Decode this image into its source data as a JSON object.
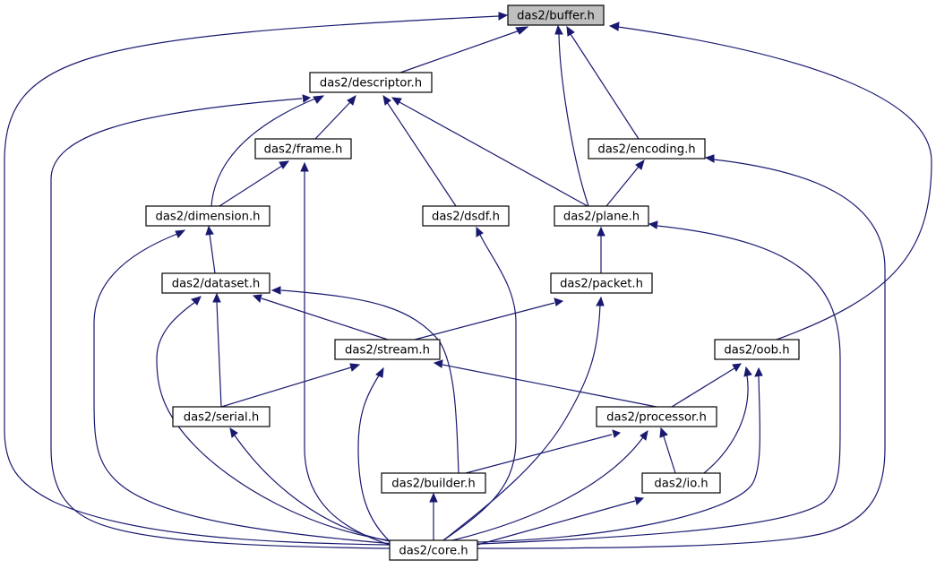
{
  "graph": {
    "focus": "buffer",
    "nodes": [
      {
        "id": "buffer",
        "label": "das2/buffer.h"
      },
      {
        "id": "descriptor",
        "label": "das2/descriptor.h"
      },
      {
        "id": "frame",
        "label": "das2/frame.h"
      },
      {
        "id": "encoding",
        "label": "das2/encoding.h"
      },
      {
        "id": "dimension",
        "label": "das2/dimension.h"
      },
      {
        "id": "dsdf",
        "label": "das2/dsdf.h"
      },
      {
        "id": "plane",
        "label": "das2/plane.h"
      },
      {
        "id": "dataset",
        "label": "das2/dataset.h"
      },
      {
        "id": "packet",
        "label": "das2/packet.h"
      },
      {
        "id": "stream",
        "label": "das2/stream.h"
      },
      {
        "id": "oob",
        "label": "das2/oob.h"
      },
      {
        "id": "serial",
        "label": "das2/serial.h"
      },
      {
        "id": "processor",
        "label": "das2/processor.h"
      },
      {
        "id": "builder",
        "label": "das2/builder.h"
      },
      {
        "id": "io",
        "label": "das2/io.h"
      },
      {
        "id": "core",
        "label": "das2/core.h"
      }
    ],
    "edges": [
      {
        "from": "descriptor",
        "to": "buffer"
      },
      {
        "from": "encoding",
        "to": "buffer"
      },
      {
        "from": "plane",
        "to": "buffer"
      },
      {
        "from": "oob",
        "to": "buffer"
      },
      {
        "from": "core",
        "to": "buffer"
      },
      {
        "from": "frame",
        "to": "descriptor"
      },
      {
        "from": "dimension",
        "to": "descriptor"
      },
      {
        "from": "dsdf",
        "to": "descriptor"
      },
      {
        "from": "plane",
        "to": "descriptor"
      },
      {
        "from": "core",
        "to": "descriptor"
      },
      {
        "from": "dimension",
        "to": "frame"
      },
      {
        "from": "core",
        "to": "frame"
      },
      {
        "from": "plane",
        "to": "encoding"
      },
      {
        "from": "core",
        "to": "encoding"
      },
      {
        "from": "dataset",
        "to": "dimension"
      },
      {
        "from": "core",
        "to": "dimension"
      },
      {
        "from": "core",
        "to": "dsdf"
      },
      {
        "from": "packet",
        "to": "plane"
      },
      {
        "from": "core",
        "to": "plane"
      },
      {
        "from": "stream",
        "to": "dataset"
      },
      {
        "from": "serial",
        "to": "dataset"
      },
      {
        "from": "builder",
        "to": "dataset"
      },
      {
        "from": "core",
        "to": "dataset"
      },
      {
        "from": "stream",
        "to": "packet"
      },
      {
        "from": "core",
        "to": "packet"
      },
      {
        "from": "serial",
        "to": "stream"
      },
      {
        "from": "processor",
        "to": "stream"
      },
      {
        "from": "core",
        "to": "stream"
      },
      {
        "from": "processor",
        "to": "oob"
      },
      {
        "from": "io",
        "to": "oob"
      },
      {
        "from": "core",
        "to": "oob"
      },
      {
        "from": "core",
        "to": "serial"
      },
      {
        "from": "builder",
        "to": "processor"
      },
      {
        "from": "io",
        "to": "processor"
      },
      {
        "from": "core",
        "to": "processor"
      },
      {
        "from": "core",
        "to": "builder"
      },
      {
        "from": "core",
        "to": "io"
      }
    ]
  }
}
